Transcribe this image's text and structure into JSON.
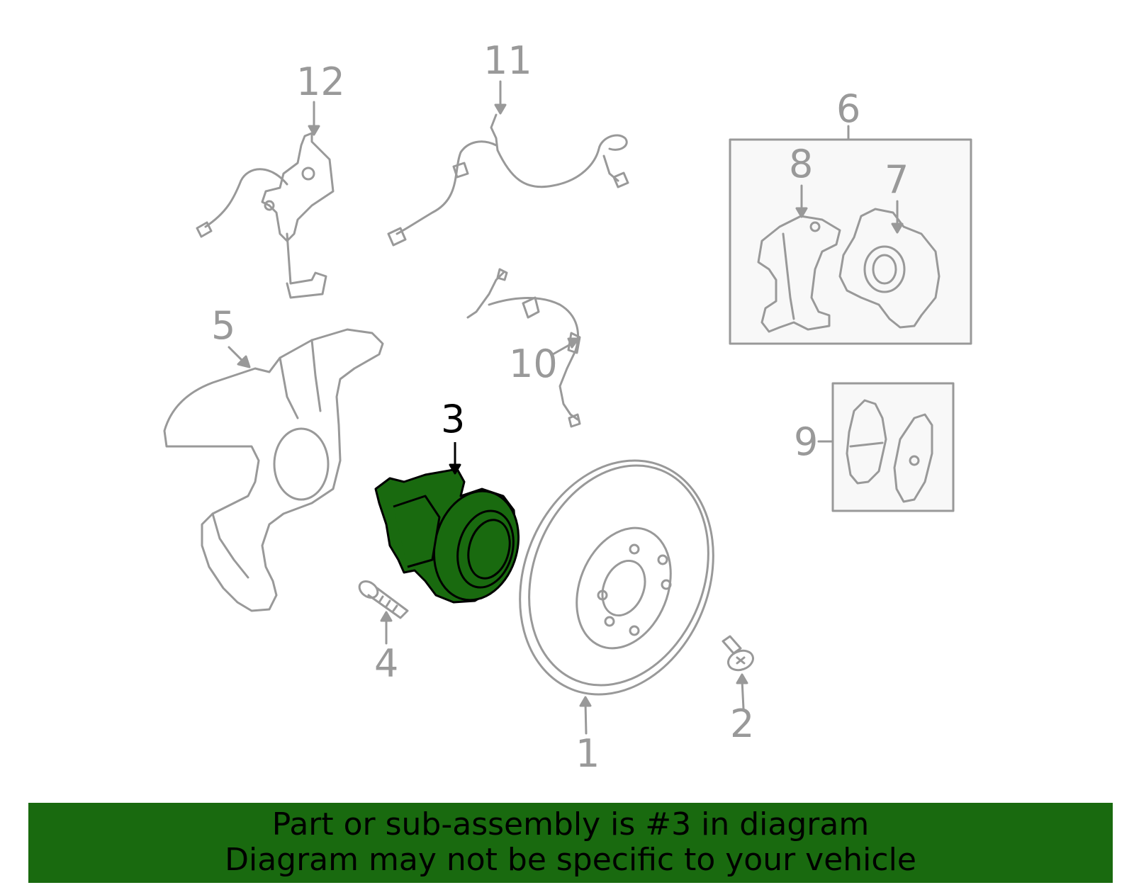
{
  "diagram": {
    "callouts": {
      "c1": "1",
      "c2": "2",
      "c3": "3",
      "c4": "4",
      "c5": "5",
      "c6": "6",
      "c7": "7",
      "c8": "8",
      "c9": "9",
      "c10": "10",
      "c11": "11",
      "c12": "12"
    },
    "highlighted_part": "3",
    "colors": {
      "highlight_fill": "#196a0f",
      "line_gray": "#999999",
      "banner_bg": "#196a0f"
    }
  },
  "banner": {
    "line1": "Part or sub-assembly is #3 in diagram",
    "line2": "Diagram may not be specific to your vehicle"
  }
}
